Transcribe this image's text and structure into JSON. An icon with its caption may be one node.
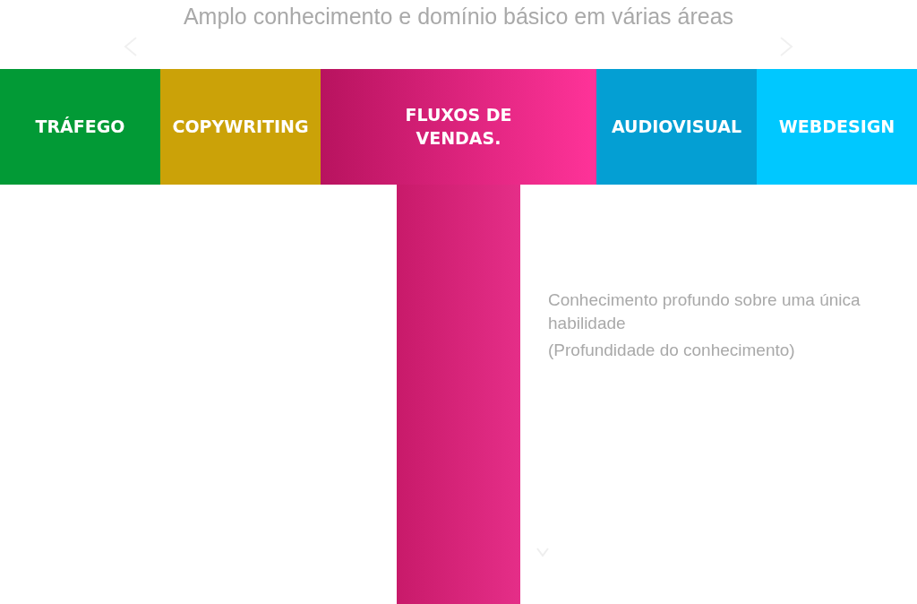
{
  "diagram": {
    "nodes": [
      {
        "text": [
          "TRÁFEGO"
        ]
      },
      {
        "text": [
          "COPYWRITING"
        ]
      },
      {
        "text": [
          "FLUXOS DE VENDAS."
        ]
      },
      {
        "text": [
          "AUDIOVISUAL"
        ]
      },
      {
        "text": [
          "WEBDESIGN"
        ]
      },
      {
        "text": [],
        "shape": "bar"
      }
    ],
    "labels": [
      "Amplo conhecimento e domínio básico em várias áreas",
      "Conhecimento profundo sobre uma única habilidade",
      "(Profundidade do conhecimento)"
    ]
  }
}
